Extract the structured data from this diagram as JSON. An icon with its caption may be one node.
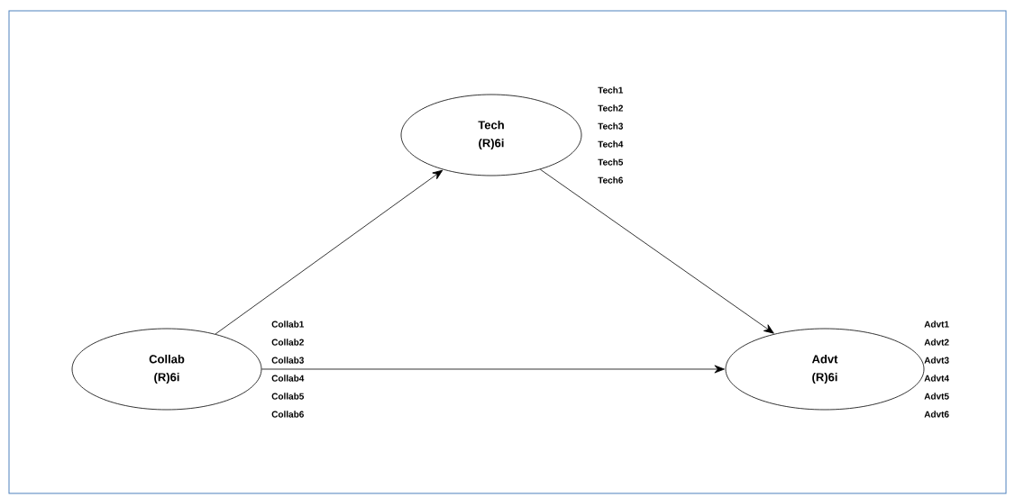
{
  "diagram": {
    "nodes": [
      {
        "text": [
          "Tech",
          "(R)6i"
        ],
        "beside": [
          "Tech1",
          "Tech2",
          "Tech3",
          "Tech4",
          "Tech5",
          "Tech6"
        ]
      },
      {
        "text": [
          "Collab",
          "(R)6i"
        ],
        "beside": [
          "Collab1",
          "Collab2",
          "Collab3",
          "Collab4",
          "Collab5",
          "Collab6"
        ]
      },
      {
        "text": [
          "Advt",
          "(R)6i"
        ],
        "beside": [
          "Advt1",
          "Advt2",
          "Advt3",
          "Advt4",
          "Advt5",
          "Advt6"
        ]
      }
    ],
    "edges": [
      {
        "from": 1,
        "to": 0,
        "arrow": "to"
      },
      {
        "from": 0,
        "to": 2,
        "arrow": "to"
      },
      {
        "from": 1,
        "to": 2,
        "arrow": "to"
      }
    ]
  }
}
